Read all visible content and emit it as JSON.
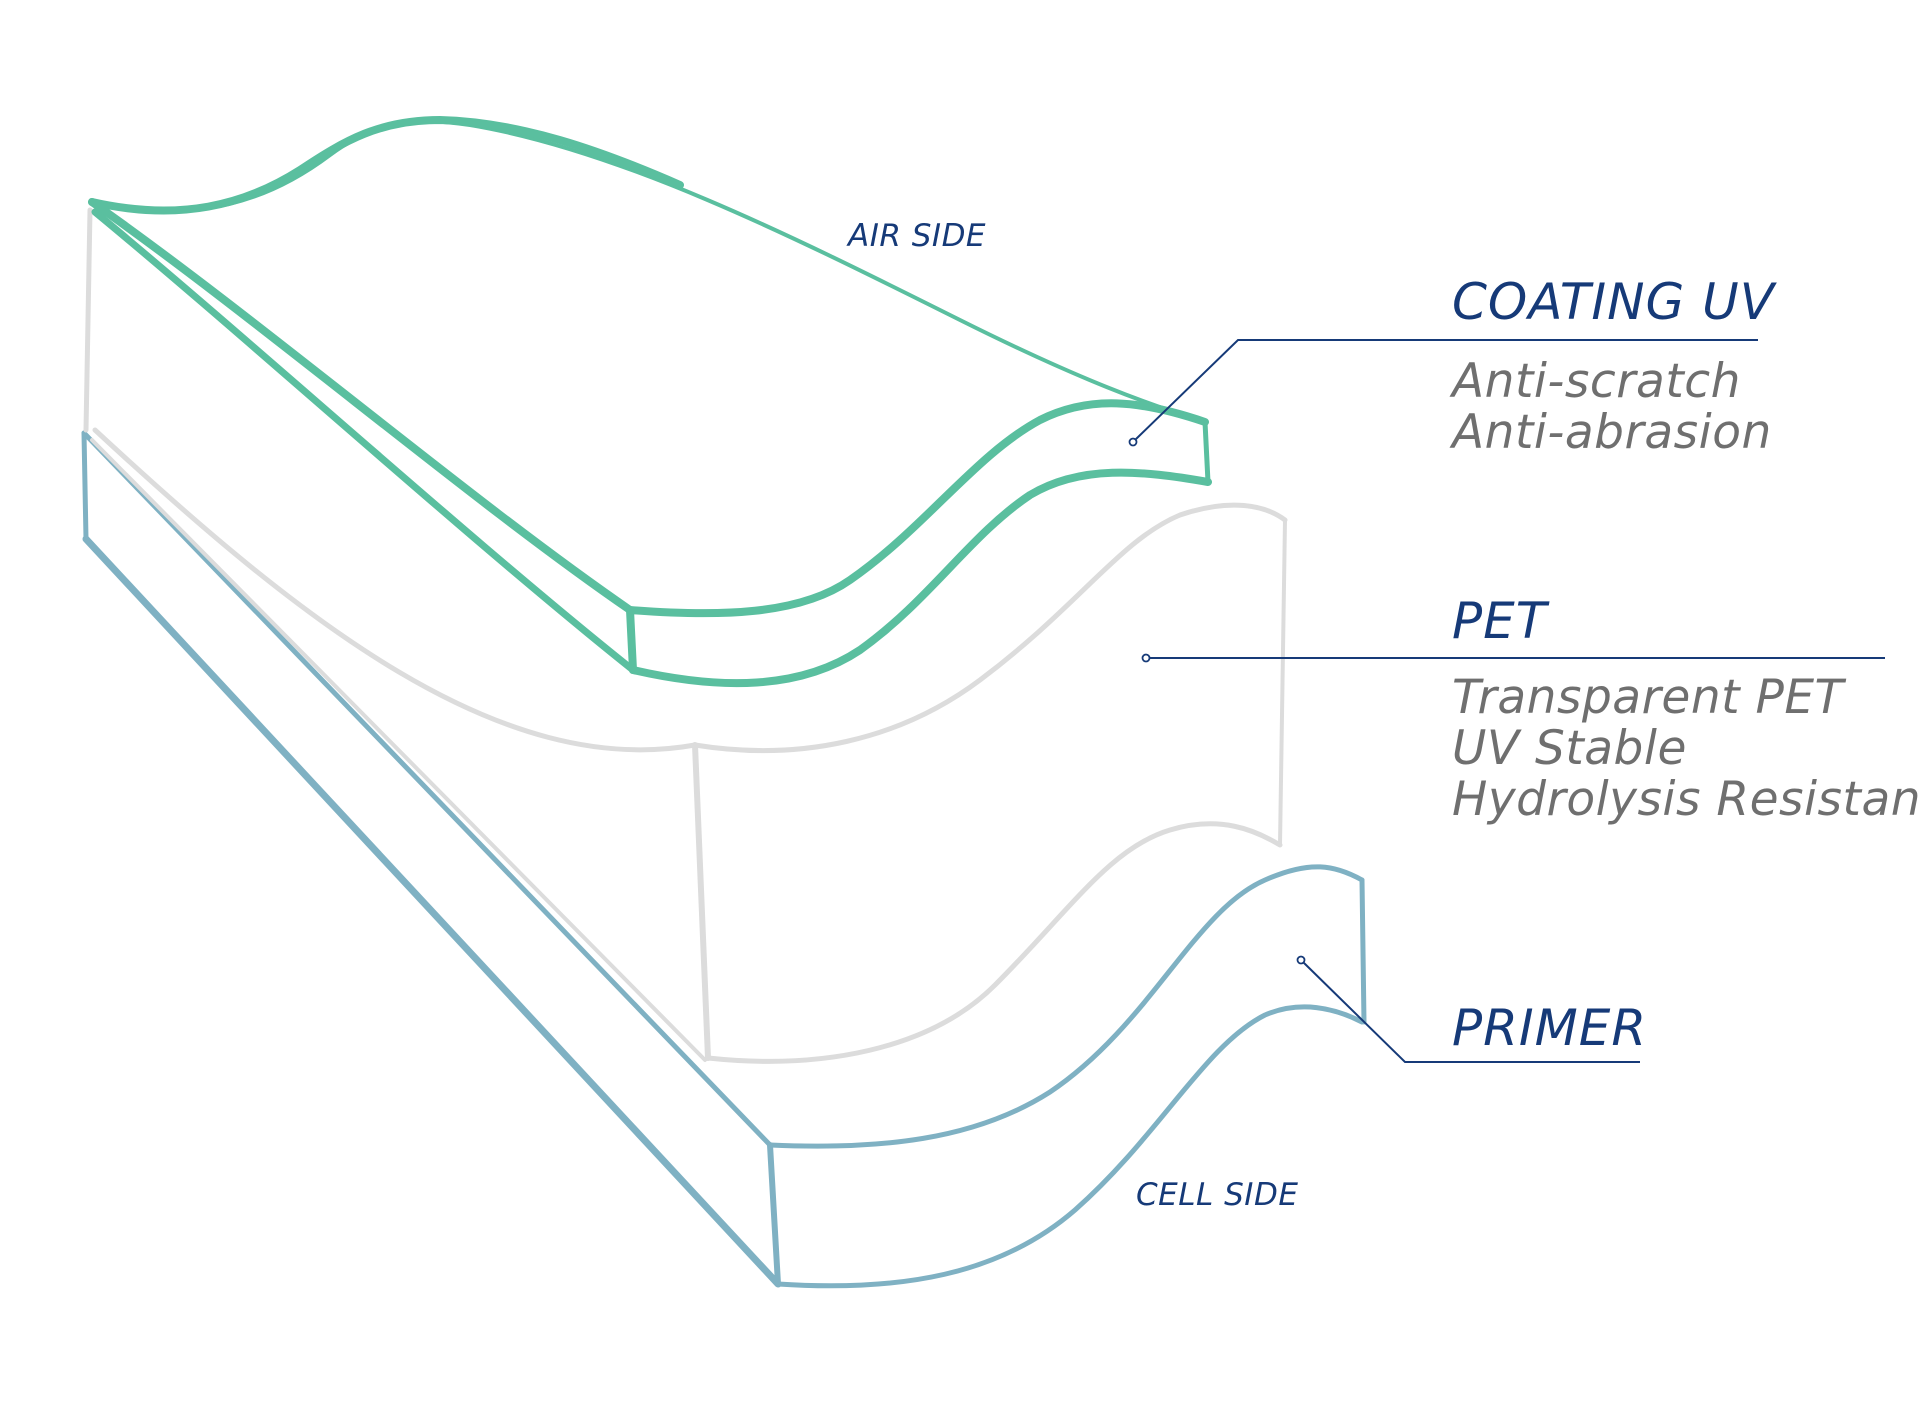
{
  "colors": {
    "coating": "#5abf9f",
    "pet": "#dcdcdc",
    "primer": "#7fb1c3",
    "label": "#163a78",
    "description": "#6f6f6f"
  },
  "sides": {
    "air": "AIR SIDE",
    "cell": "CELL SIDE"
  },
  "layers": {
    "coating": {
      "title": "COATING UV",
      "features": [
        "Anti-scratch",
        "Anti-abrasion"
      ]
    },
    "pet": {
      "title": "PET",
      "features": [
        "Transparent PET",
        "UV Stable",
        "Hydrolysis Resistant"
      ]
    },
    "primer": {
      "title": "PRIMER",
      "features": []
    }
  }
}
